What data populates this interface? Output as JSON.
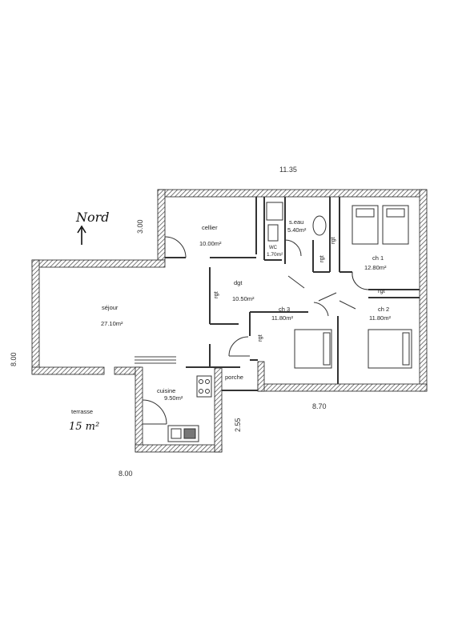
{
  "compass": {
    "label": "Nord"
  },
  "dimensions": {
    "top_width": "11.35",
    "celier_depth": "3.00",
    "left_height": "8.00",
    "bottom_width": "8.00",
    "right_width": "8.70",
    "porch_depth": "2.55"
  },
  "rooms": {
    "cellier": {
      "name": "cellier",
      "area": "10.00m²"
    },
    "seau": {
      "name": "s.eau",
      "area": "5.40m²"
    },
    "wc": {
      "name": "WC",
      "area": "1.70m²"
    },
    "ch1": {
      "name": "ch 1",
      "area": "12.80m²"
    },
    "sejour": {
      "name": "séjour",
      "area": "27.10m²"
    },
    "dgt": {
      "name": "dgt",
      "area": "10.50m²"
    },
    "ch3": {
      "name": "ch 3",
      "area": "11.80m²"
    },
    "ch2": {
      "name": "ch 2",
      "area": "11.80m²"
    },
    "cuisine": {
      "name": "cuisine",
      "area": "9.50m²"
    },
    "porche": {
      "name": "porche"
    },
    "terrasse": {
      "name": "terrasse",
      "area": "15 m²"
    }
  },
  "storage": {
    "rgt": "rgt"
  }
}
